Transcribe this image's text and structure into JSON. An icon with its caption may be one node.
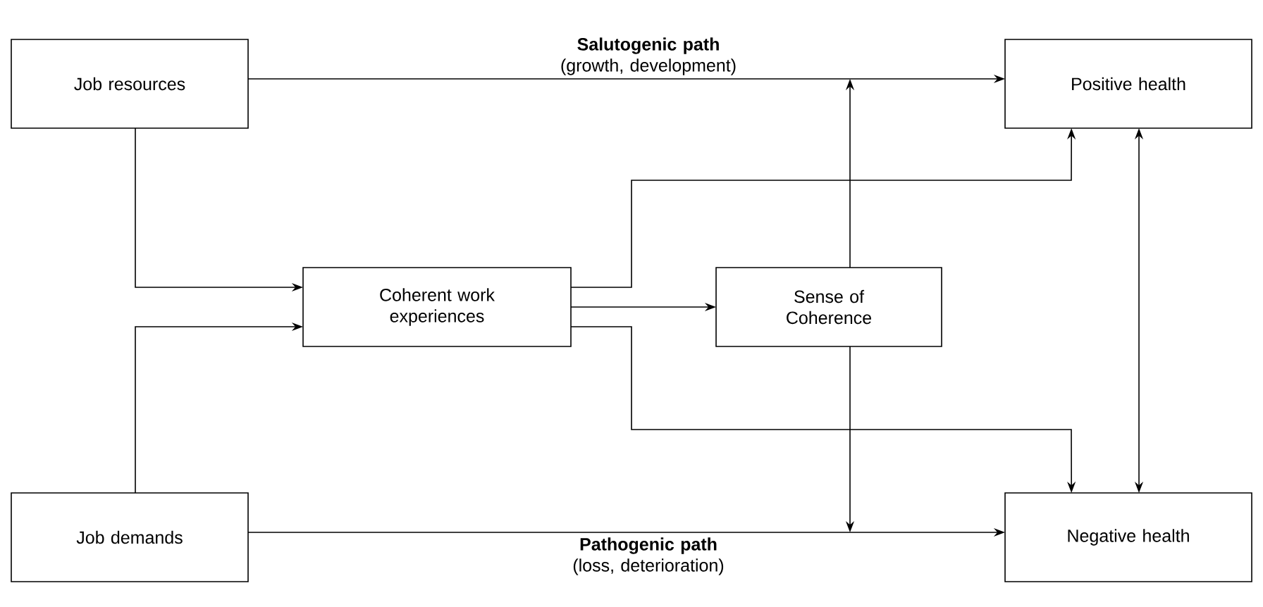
{
  "diagram": {
    "nodes": [
      {
        "text": [
          "Job resources"
        ]
      },
      {
        "text": [
          "Positive health"
        ]
      },
      {
        "text": [
          "Coherent work experiences"
        ]
      },
      {
        "text": [
          "Sense of Coherence"
        ]
      },
      {
        "text": [
          "Job demands"
        ]
      },
      {
        "text": [
          "Negative health"
        ]
      }
    ],
    "edges": [
      {
        "from": 0,
        "to": 1,
        "arrow": "to",
        "label": "**Salutogenic path** (growth, development)"
      },
      {
        "from": 4,
        "to": 5,
        "arrow": "to",
        "label": "**Pathogenic path** (loss, deterioration)"
      },
      {
        "from": 0,
        "to": 2,
        "arrow": "to"
      },
      {
        "from": 4,
        "to": 2,
        "arrow": "to"
      },
      {
        "from": 2,
        "to": 3,
        "arrow": "to"
      },
      {
        "from": 2,
        "to": 1,
        "arrow": "to"
      },
      {
        "from": 2,
        "to": 5,
        "arrow": "to"
      },
      {
        "from": 3,
        "to": null,
        "arrow": "to"
      },
      {
        "from": 3,
        "to": null,
        "arrow": "to"
      },
      {
        "from": 1,
        "to": 5,
        "arrow": "both"
      }
    ]
  }
}
